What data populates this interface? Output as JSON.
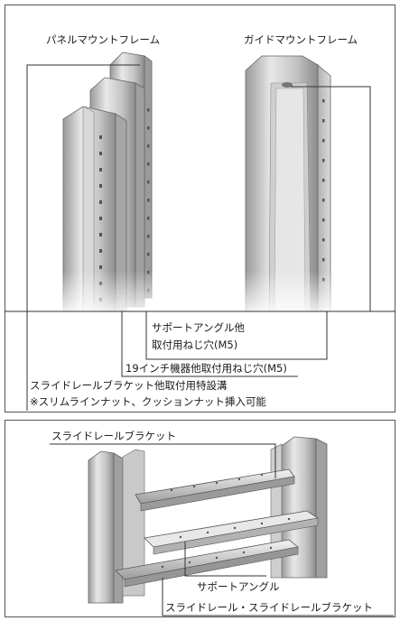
{
  "top": {
    "panel_mount_frame": "パネルマウントフレーム",
    "guide_mount_frame": "ガイドマウントフレーム",
    "support_angle_hole_line1": "サポートアングル他",
    "support_angle_hole_line2": "取付用ねじ穴(M5)",
    "rack19_hole": "19インチ機器他取付用ねじ穴(M5)",
    "slide_groove_line1": "スライドレールブラケット他取付用特設溝",
    "slide_groove_line2": "※スリムラインナット、クッションナット挿入可能"
  },
  "bottom": {
    "slide_rail_bracket": "スライドレールブラケット",
    "support_angle": "サポートアングル",
    "slide_rail_and_bracket": "スライドレール・スライドレールブラケット"
  },
  "colors": {
    "frame_light": "#e3e3e3",
    "frame_mid": "#bdbdbd",
    "frame_dark": "#8a8a8a",
    "line": "#333333"
  }
}
